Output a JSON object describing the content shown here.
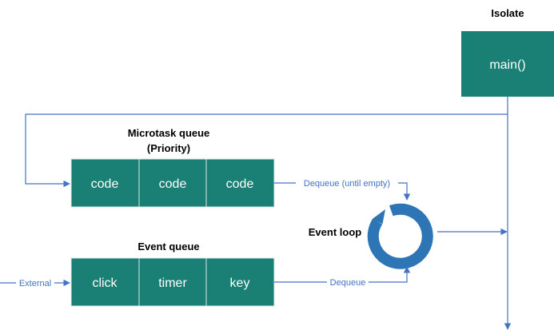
{
  "isolate": {
    "title": "Isolate",
    "main_label": "main()"
  },
  "microtask_queue": {
    "title_line1": "Microtask queue",
    "title_line2": "(Priority)",
    "cells": [
      "code",
      "code",
      "code"
    ]
  },
  "event_queue": {
    "title": "Event queue",
    "cells": [
      "click",
      "timer",
      "key"
    ]
  },
  "event_loop": {
    "label": "Event loop"
  },
  "labels": {
    "dequeue_until_empty": "Dequeue (until empty)",
    "dequeue": "Dequeue",
    "external": "External"
  },
  "colors": {
    "box_fill": "#1a7f74",
    "arrow": "#4472c4",
    "loop": "#2e75b6",
    "label_text": "#4472c4"
  }
}
